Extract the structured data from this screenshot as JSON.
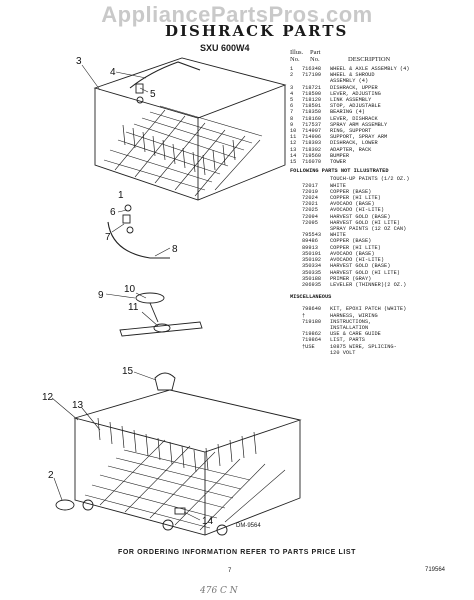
{
  "watermark": "AppliancePartsPros.com",
  "title": "DISHRACK PARTS",
  "model": "SXU 600W4",
  "table": {
    "h_illus": "Illus.",
    "h_no": "No.",
    "h_part": "Part",
    "h_part_no": "No.",
    "h_desc": "DESCRIPTION",
    "rows": [
      {
        "n": "1",
        "p": "716348",
        "d": "WHEEL & AXLE ASSEMBLY (4)"
      },
      {
        "n": "2",
        "p": "717109",
        "d": "WHEEL & SHROUD"
      },
      {
        "n": "",
        "p": "",
        "d": "ASSEMBLY (4)"
      },
      {
        "n": "3",
        "p": "718721",
        "d": "DISHRACK, UPPER"
      },
      {
        "n": "4",
        "p": "718500",
        "d": "LEVER, ADJUSTING"
      },
      {
        "n": "5",
        "p": "718120",
        "d": "LINK ASSEMBLY"
      },
      {
        "n": "6",
        "p": "718501",
        "d": "STOP, ADJUSTABLE"
      },
      {
        "n": "7",
        "p": "718350",
        "d": "BEARING (4)"
      },
      {
        "n": "8",
        "p": "718160",
        "d": "LEVER, DISHRACK"
      },
      {
        "n": "9",
        "p": "717537",
        "d": "SPRAY ARM ASSEMBLY"
      },
      {
        "n": "10",
        "p": "714907",
        "d": "RING, SUPPORT"
      },
      {
        "n": "11",
        "p": "714906",
        "d": "SUPPORT, SPRAY ARM"
      },
      {
        "n": "12",
        "p": "718303",
        "d": "DISHRACK, LOWER"
      },
      {
        "n": "13",
        "p": "718302",
        "d": "ADAPTER, RACK"
      },
      {
        "n": "14",
        "p": "719560",
        "d": "BUMPER"
      },
      {
        "n": "15",
        "p": "716070",
        "d": "TOWER"
      }
    ],
    "sec_not_illustrated": "FOLLOWING PARTS NOT ILLUSTRATED",
    "touchup_header": "TOUCH-UP PAINTS (1/2 OZ.)",
    "rows2": [
      {
        "p": "72017",
        "d": "WHITE"
      },
      {
        "p": "72019",
        "d": "COPPER (BASE)"
      },
      {
        "p": "72024",
        "d": "COPPER (HI LITE)"
      },
      {
        "p": "72021",
        "d": "AVOCADO (BASE)"
      },
      {
        "p": "72025",
        "d": "AVOCADO (HI-LITE)"
      },
      {
        "p": "72094",
        "d": "HARVEST GOLD (BASE)"
      },
      {
        "p": "72095",
        "d": "HARVEST GOLD (HI LITE)"
      },
      {
        "p": "",
        "d": "SPRAY PAINTS (12 OZ CAN)"
      },
      {
        "p": "795543",
        "d": "WHITE"
      },
      {
        "p": "89486",
        "d": "COPPER (BASE)"
      },
      {
        "p": "89913",
        "d": "COPPER (HI LITE)"
      },
      {
        "p": "350191",
        "d": "AVOCADO (BASE)"
      },
      {
        "p": "350192",
        "d": "AVOCADO (HI-LITE)"
      },
      {
        "p": "350334",
        "d": "HARVEST GOLD (BASE)"
      },
      {
        "p": "350335",
        "d": "HARVEST GOLD (HI LITE)"
      },
      {
        "p": "350188",
        "d": "PRIMER (GRAY)"
      },
      {
        "p": "206935",
        "d": "LEVELER (THINNER)(2 OZ.)"
      }
    ],
    "sec_misc": "MISCELLANEOUS",
    "rows3": [
      {
        "p": "798640",
        "d": "KIT, EPOXI PATCH (WHITE)"
      },
      {
        "p": "†",
        "d": "HARNESS, WIRING"
      },
      {
        "p": "719180",
        "d": "INSTRUCTIONS,"
      },
      {
        "p": "",
        "d": "INSTALLATION"
      },
      {
        "p": "719862",
        "d": "USE & CARE GUIDE"
      },
      {
        "p": "",
        "d": ""
      },
      {
        "p": "719864",
        "d": "LIST, PARTS"
      },
      {
        "p": "†USE",
        "d": "10875 WIRE, SPLICING-"
      },
      {
        "p": "",
        "d": "120 VOLT"
      }
    ]
  },
  "callouts": [
    "1",
    "2",
    "3",
    "4",
    "5",
    "6",
    "7",
    "8",
    "9",
    "10",
    "11",
    "12",
    "13",
    "14",
    "15"
  ],
  "dm_code": "DM-9564",
  "footer": "FOR ORDERING INFORMATION REFER TO PARTS PRICE LIST",
  "page_number": "7",
  "doc_code": "719564",
  "handwriting": "476 C N"
}
